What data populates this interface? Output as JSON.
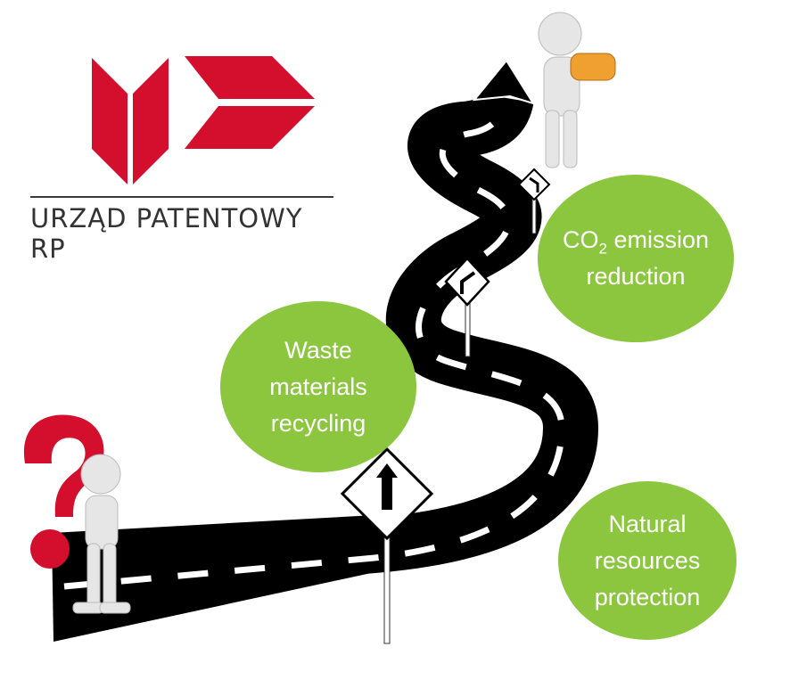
{
  "logo": {
    "name": "URZĄD PATENTOWY RP",
    "colors": {
      "red": "#d40f2e",
      "text": "#333333"
    }
  },
  "bubbles": {
    "waste": {
      "lines": [
        "Waste",
        "materials",
        "recycling"
      ]
    },
    "co2": {
      "line1_pre": "CO",
      "line1_sub": "2",
      "line1_post": " emission",
      "line2": "reduction"
    },
    "natural": {
      "lines": [
        "Natural",
        "resources",
        "protection"
      ]
    }
  },
  "colors": {
    "bubble": "#8cc63f",
    "road": "#000000",
    "question_mark": "#d40f2e"
  },
  "icons": [
    "question-mark-icon",
    "thinking-figure-icon",
    "celebrating-figure-icon",
    "straight-ahead-sign-icon",
    "turn-right-sign-icon",
    "turn-left-sign-icon",
    "arrow-head-icon"
  ]
}
